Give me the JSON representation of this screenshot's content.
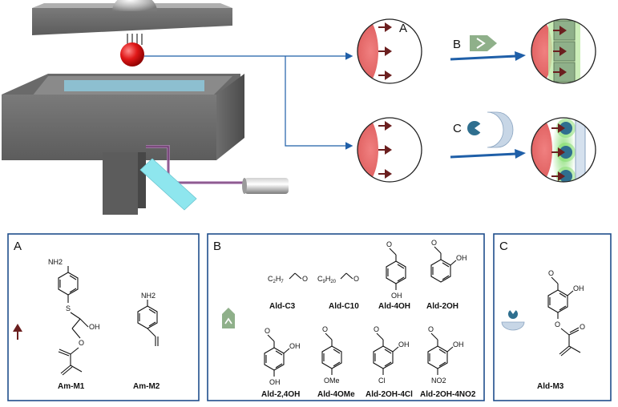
{
  "top": {
    "label_a": "A",
    "label_b": "B",
    "label_c": "C"
  },
  "panels": {
    "a": {
      "letter": "A",
      "m1": {
        "nh2": "NH2",
        "s": "S",
        "oh": "OH",
        "o": "O",
        "name": "Am-M1"
      },
      "m2": {
        "nh2": "NH2",
        "name": "Am-M2"
      }
    },
    "b": {
      "letter": "B",
      "c3": {
        "formula_c": "C",
        "formula_sub1": "2",
        "formula_h": "H",
        "formula_sub2": "7",
        "o": "O",
        "name": "Ald-C3"
      },
      "c10": {
        "formula_c": "C",
        "formula_sub1": "9",
        "formula_h": "H",
        "formula_sub2": "20",
        "o": "O",
        "name": "Ald-C10"
      },
      "oh4": {
        "o": "O",
        "oh": "OH",
        "name": "Ald-4OH"
      },
      "oh2": {
        "o": "O",
        "oh": "OH",
        "name": "Ald-2OH"
      },
      "oh24": {
        "o": "O",
        "oh_a": "OH",
        "oh_b": "OH",
        "name": "Ald-2,4OH"
      },
      "ome4": {
        "o": "O",
        "ome": "OMe",
        "name": "Ald-4OMe"
      },
      "oh4cl": {
        "o": "O",
        "oh": "OH",
        "cl": "Cl",
        "name": "Ald-2OH-4Cl"
      },
      "oh4no2": {
        "o": "O",
        "oh": "OH",
        "no2": "NO2",
        "name": "Ald-2OH-4NO2"
      }
    },
    "c": {
      "letter": "C",
      "m3": {
        "o": "O",
        "oh": "OH",
        "o2": "O",
        "o3": "O",
        "name": "Ald-M3"
      }
    }
  },
  "colors": {
    "panel_border": "#1f4e8c",
    "arrow_blue": "#1f5fa8",
    "surface_red": "#d94a4a",
    "amine_arrow": "#6b1f1f",
    "aldehyde_green": "#8fb08a",
    "glow_green": "#7fdc6a",
    "receptor_blue": "#2f6f8f"
  }
}
